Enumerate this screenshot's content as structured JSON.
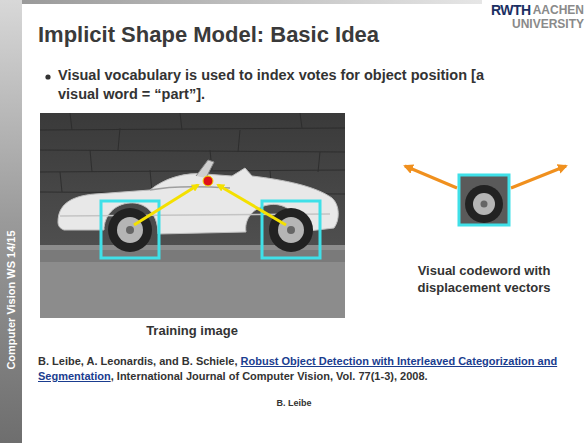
{
  "diagram": {
    "title": "Implicit Shape Model: Basic Idea",
    "labels": [
      "Visual vocabulary is used to index votes for object position [a visual word = “part”].",
      "Training image",
      "Visual codeword with displacement vectors",
      "B. Leibe, A. Leonardis, and B. Schiele,",
      "Robust Object Detection with Interleaved Categorization and Segmentation",
      ", International Journal of Computer Vision, Vol. 77(1-3), 2008.",
      "B. Leibe",
      "Computer Vision WS 14/15",
      "RWTH",
      "AACHEN",
      "UNIVERSITY"
    ]
  }
}
